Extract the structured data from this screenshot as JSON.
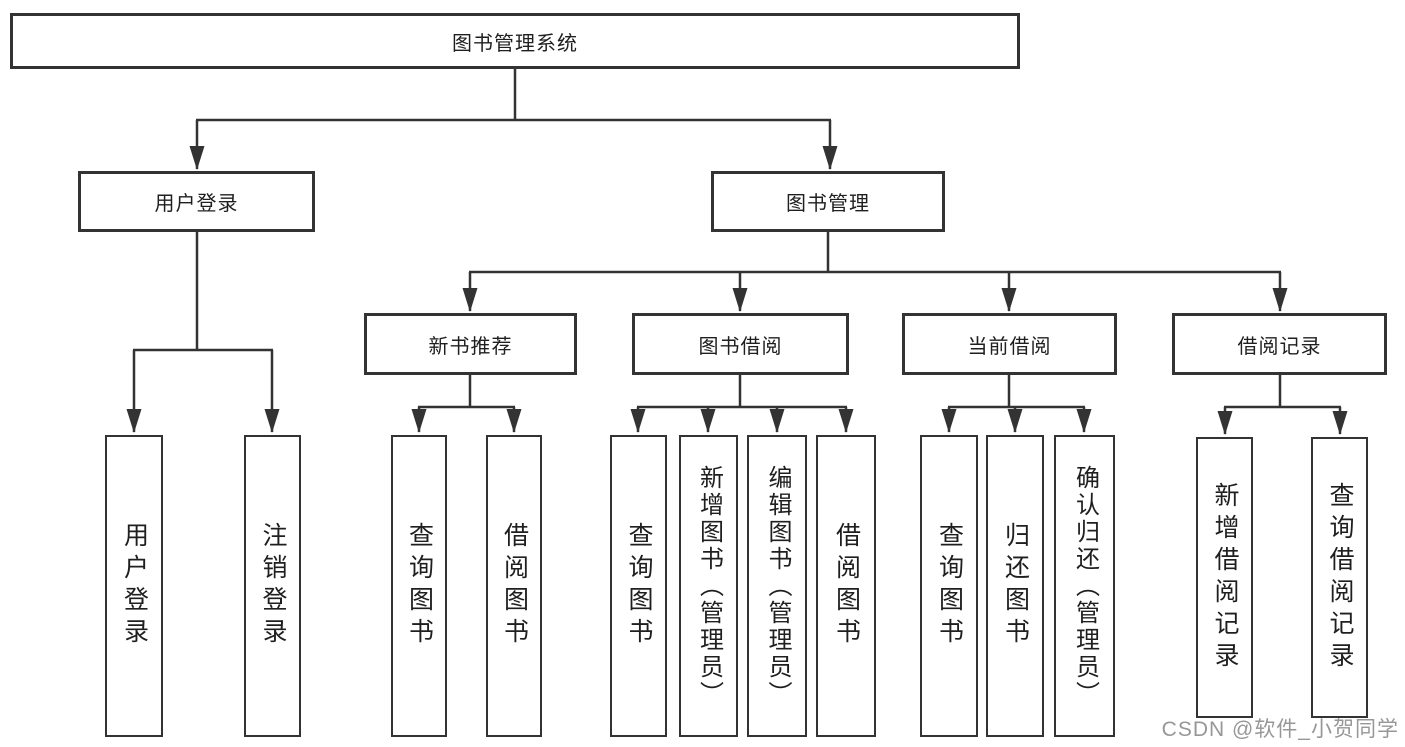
{
  "diagram": {
    "kind": "hierarchy-tree",
    "tree": {
      "label": "图书管理系统",
      "children": [
        {
          "label": "用户登录",
          "children": [
            {
              "label": "用户登录"
            },
            {
              "label": "注销登录"
            }
          ]
        },
        {
          "label": "图书管理",
          "children": [
            {
              "label": "新书推荐",
              "children": [
                {
                  "label": "查询图书"
                },
                {
                  "label": "借阅图书"
                }
              ]
            },
            {
              "label": "图书借阅",
              "children": [
                {
                  "label": "查询图书"
                },
                {
                  "label": "新增图书（管理员）"
                },
                {
                  "label": "编辑图书（管理员）"
                },
                {
                  "label": "借阅图书"
                }
              ]
            },
            {
              "label": "当前借阅",
              "children": [
                {
                  "label": "查询图书"
                },
                {
                  "label": "归还图书"
                },
                {
                  "label": "确认归还（管理员）"
                }
              ]
            },
            {
              "label": "借阅记录",
              "children": [
                {
                  "label": "新增借阅记录"
                },
                {
                  "label": "查询借阅记录"
                }
              ]
            }
          ]
        }
      ]
    },
    "colors": {
      "line": "#333333",
      "box_border": "#333333",
      "text": "#1f1f1f",
      "background": "#ffffff",
      "watermark": "#979797"
    },
    "watermark": {
      "text": "CSDN @软件_小贺同学"
    }
  }
}
